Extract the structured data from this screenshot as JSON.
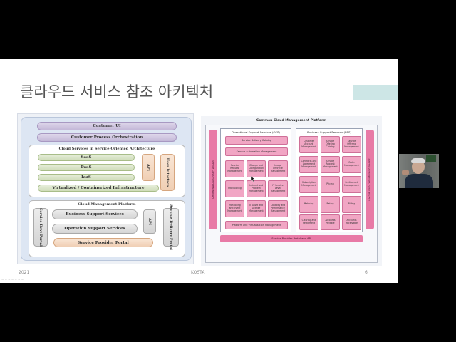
{
  "slide": {
    "title": "클라우드 서비스 참조 아키텍처",
    "footer_year": "2021",
    "footer_center": "KOSTA",
    "footer_page": "6",
    "ghost_text": "~ ~ ~ ~ ~ ~ ~"
  },
  "left": {
    "customer_ui": "Customer UI",
    "customer_process": "Customer Process Orchestration",
    "cloud_services_title": "Cloud Services in Service-Oriented Architecture",
    "saas": "SaaS",
    "paas": "PaaS",
    "iaas": "IaaS",
    "virtualized": "Virtualized / Containerized Infrastructure",
    "api_top": "API",
    "user_interface": "User Interface",
    "cmp_title": "Cloud Management Platform",
    "service_dev_portal": "Service Devt Portal",
    "business_support": "Business Support Services",
    "operation_support": "Operation Support Services",
    "api_bottom": "API",
    "service_delivery_portal": "Service Delivery Portal",
    "service_provider_portal": "Service Provider Portal"
  },
  "right": {
    "title": "Common Cloud Management Platform",
    "left_side": "Service Consumer Portal and API",
    "right_side": "Service Development Portal and API",
    "oss_title": "Operational Support Services (OSS)",
    "bss_title": "Business Support Services (BSS)",
    "service_delivery_catalog": "Service Delivery Catalog",
    "service_automation": "Service Automation Management",
    "oss_boxes": [
      "Service Request Management",
      "Change and Configuration Management",
      "Image Lifecycle Management",
      "Provisioning",
      "Incident and Problem Management",
      "IT Service Level Management",
      "Monitoring and Event Management",
      "IT Asset and License Management",
      "Capacity and Performance Management"
    ],
    "platform_virtualization": "Platform and Virtualization Management",
    "bss_boxes": [
      "Customer Account Management",
      "Service Offering Catalog",
      "Service Offering Management",
      "Contracts and Agreement Management",
      "Service Request Management",
      "Order Management",
      "Subscription Management",
      "Pricing",
      "Entitlement Management",
      "Metering",
      "Rating",
      "Billing",
      "Clearing and Settlement",
      "Accounts Payable",
      "Accounts Receivable"
    ],
    "provider_portal": "Service Provider Portal and API"
  },
  "colors": {
    "pink": "#e87aa6",
    "pink_light": "#f1a6c4",
    "accent": "#cde6e6"
  },
  "icons": {
    "cursor": "mouse-pointer-icon"
  }
}
